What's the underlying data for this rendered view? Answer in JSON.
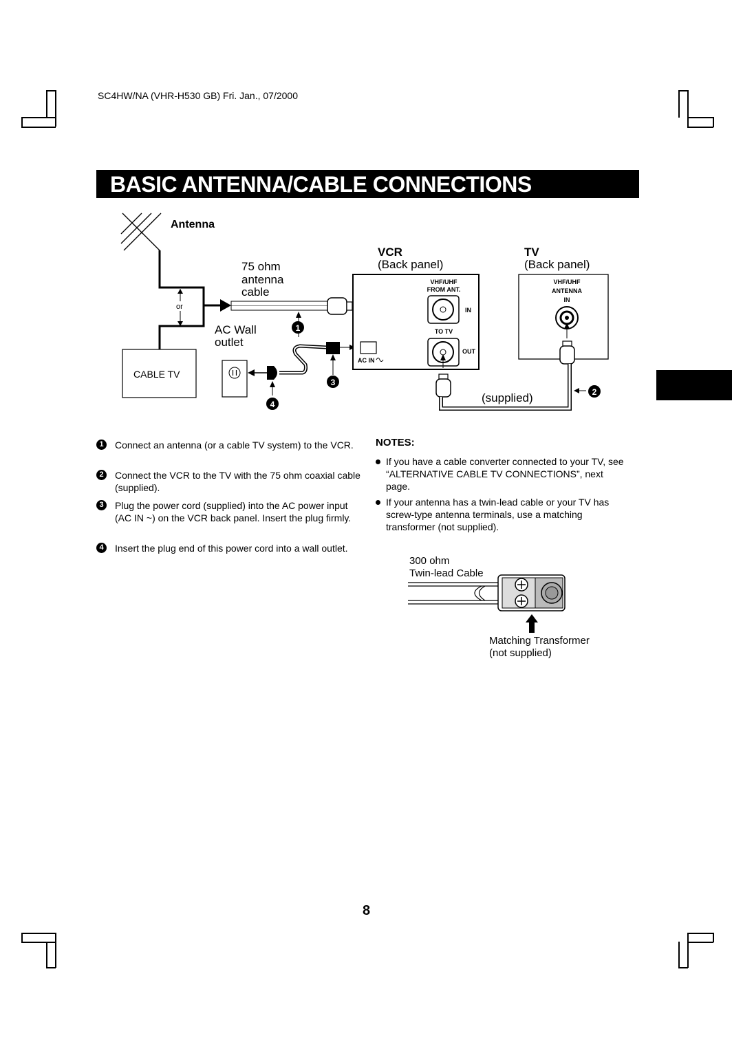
{
  "header": {
    "doc_id": "SC4HW/NA (VHR-H530 GB)   Fri. Jan., 07/2000"
  },
  "title": "BASIC ANTENNA/CABLE CONNECTIONS",
  "diagram": {
    "antenna_label": "Antenna",
    "cable_label_1": "75 ohm",
    "cable_label_2": "antenna",
    "cable_label_3": "cable",
    "or_label": "or",
    "cable_tv_label": "CABLE  TV",
    "ac_wall_1": "AC Wall",
    "ac_wall_2": "outlet",
    "vcr_title": "VCR",
    "vcr_sub": "(Back  panel)",
    "tv_title": "TV",
    "tv_sub": "(Back  panel)",
    "vcr_vhf_1": "VHF/UHF",
    "vcr_vhf_2": "FROM ANT.",
    "vcr_in": "IN",
    "vcr_to_tv": "TO TV",
    "vcr_out": "OUT",
    "vcr_ac_in": "AC IN",
    "tv_vhf_1": "VHF/UHF",
    "tv_vhf_2": "ANTENNA",
    "tv_vhf_3": "IN",
    "supplied_label": "(supplied)",
    "marker_1": "1",
    "marker_2": "2",
    "marker_3": "3",
    "marker_4": "4"
  },
  "steps": [
    {
      "num": "1",
      "text": "Connect an antenna (or a cable TV system) to the VCR."
    },
    {
      "num": "2",
      "text": "Connect the VCR to the TV with the 75 ohm coaxial cable (supplied)."
    },
    {
      "num": "3",
      "text": "Plug the power cord (supplied) into the AC power input (AC IN ~) on the VCR back panel. Insert the plug firmly."
    },
    {
      "num": "4",
      "text": "Insert the plug end of this power cord into a wall outlet."
    }
  ],
  "notes": {
    "heading": "NOTES:",
    "items": [
      "If you have a cable converter connected to your TV, see “ALTERNATIVE CABLE TV CONNECTIONS”, next page.",
      "If your antenna has a twin-lead cable or your TV has screw-type antenna terminals, use a matching transformer (not supplied)."
    ]
  },
  "transformer": {
    "label_1": "300 ohm",
    "label_2": "Twin-lead Cable",
    "label_3": "Matching Transformer",
    "label_4": "(not supplied)"
  },
  "page_number": "8"
}
